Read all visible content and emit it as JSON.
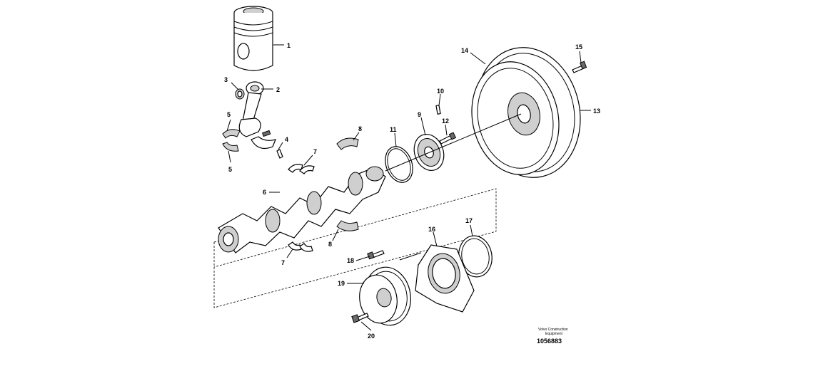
{
  "callouts": {
    "c1": "1",
    "c2": "2",
    "c3": "3",
    "c4": "4",
    "c5a": "5",
    "c5b": "5",
    "c6": "6",
    "c7a": "7",
    "c7b": "7",
    "c8a": "8",
    "c8b": "8",
    "c9": "9",
    "c10": "10",
    "c11": "11",
    "c12": "12",
    "c13": "13",
    "c14": "14",
    "c15": "15",
    "c16": "16",
    "c17": "17",
    "c18": "18",
    "c19": "19",
    "c20": "20"
  },
  "credit": {
    "line1": "Volvo Construction",
    "line2": "Equipment",
    "drawing_number": "1056883"
  }
}
